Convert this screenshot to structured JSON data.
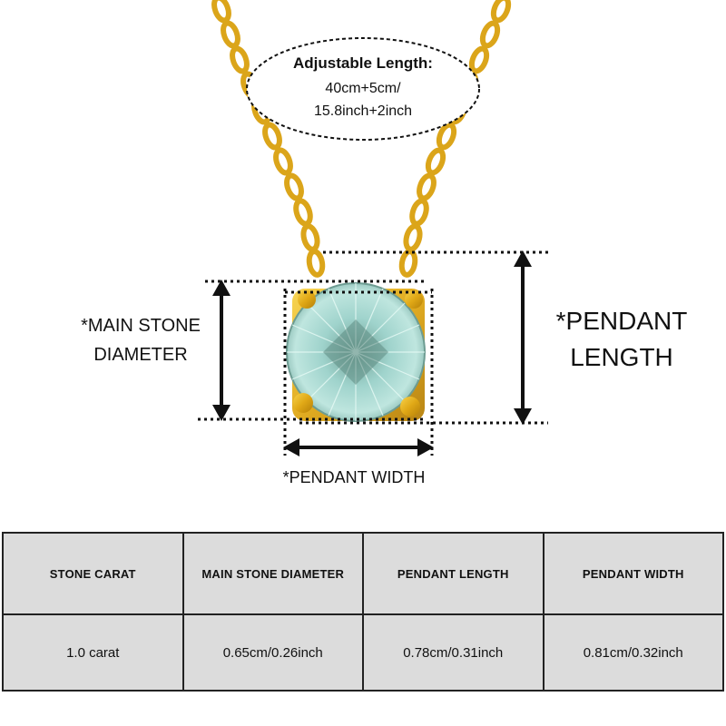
{
  "callout": {
    "title": "Adjustable Length:",
    "line1": "40cm+5cm/",
    "line2": "15.8inch+2inch"
  },
  "dimensions": {
    "main_stone_line1": "*MAIN STONE",
    "main_stone_line2": "DIAMETER",
    "pendant_length_line1": "*PENDANT",
    "pendant_length_line2": "LENGTH",
    "pendant_width": "*PENDANT WIDTH"
  },
  "colors": {
    "gold": "#e8b51e",
    "stone": "#9fd3cc",
    "table_bg": "#dcdcdc"
  },
  "table": {
    "headers": [
      "STONE CARAT",
      "MAIN STONE DIAMETER",
      "PENDANT LENGTH",
      "PENDANT WIDTH"
    ],
    "values": [
      "1.0 carat",
      "0.65cm/0.26inch",
      "0.78cm/0.31inch",
      "0.81cm/0.32inch"
    ]
  }
}
